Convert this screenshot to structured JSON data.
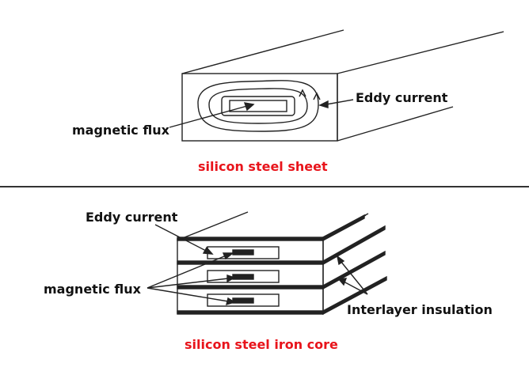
{
  "top_figure": {
    "eddy_label": "Eddy current",
    "flux_label": "magnetic flux",
    "caption": "silicon steel sheet"
  },
  "bottom_figure": {
    "eddy_label": "Eddy current",
    "flux_label": "magnetic flux",
    "insulation_label": "Interlayer insulation",
    "caption": "silicon steel iron core"
  },
  "colors": {
    "caption": "#e8141b",
    "line": "#222222"
  }
}
